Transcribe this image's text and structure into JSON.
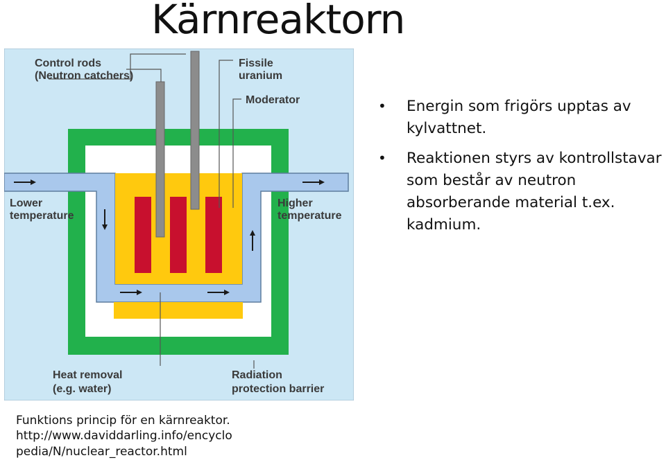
{
  "slide": {
    "title": "Kärnreaktorn",
    "bullets": [
      "Energin som frigörs upptas av kylvattnet.",
      "Reaktionen styrs av kontrollstavar som består av neutron absorberande material t.ex. kadmium."
    ],
    "caption": {
      "line1": "Funktions princip för en kärnreaktor.",
      "line2": "http://www.daviddarling.info/encyclo",
      "line3": "pedia/N/nuclear_reactor.html"
    }
  },
  "diagram": {
    "labels": {
      "control_rods_1": "Control rods",
      "control_rods_2": "(Neutron catchers)",
      "fissile_1": "Fissile",
      "fissile_2": "uranium",
      "moderator": "Moderator",
      "lower_1": "Lower",
      "lower_2": "temperature",
      "higher_1": "Higher",
      "higher_2": "temperature",
      "heat_1": "Heat removal",
      "heat_2": "(e.g. water)",
      "radiation_1": "Radiation",
      "radiation_2": "protection barrier"
    },
    "colors": {
      "background": "#cce7f5",
      "barrier": "#22b14c",
      "moderator": "#ffc90e",
      "fuel": "#c8102e",
      "coolant": "#a9c8ec",
      "rods": "#8c8c8c"
    }
  }
}
